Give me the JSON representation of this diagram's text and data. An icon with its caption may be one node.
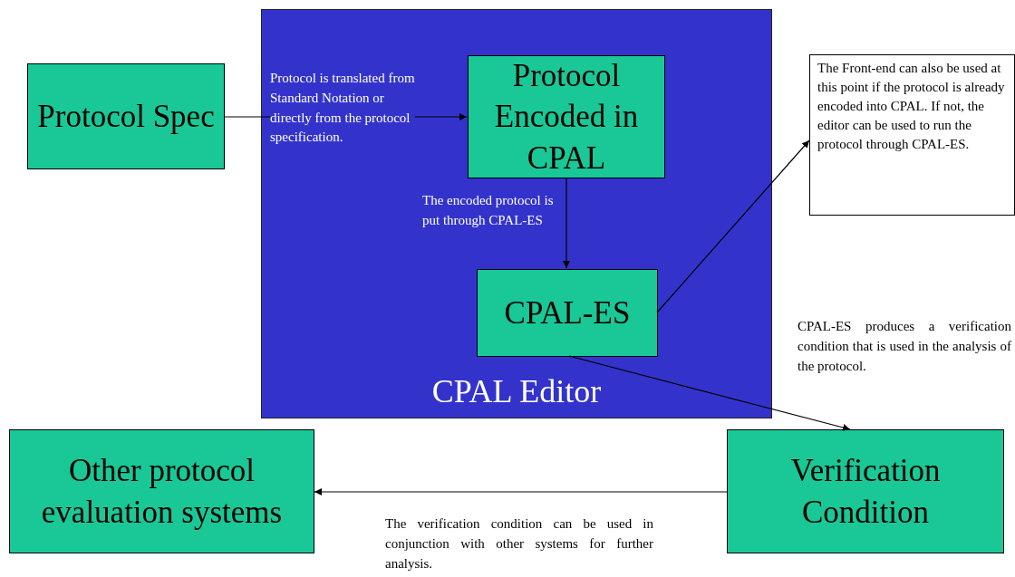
{
  "diagram": {
    "nodes": [
      {
        "text": [
          "Protocol Spec"
        ]
      },
      {
        "text": [
          "CPAL Editor"
        ]
      },
      {
        "text": [
          "Protocol Encoded in CPAL"
        ],
        "in": 1
      },
      {
        "text": [
          "CPAL-ES"
        ],
        "in": 1
      },
      {
        "text": [
          "The Front-end can also be used at this point if the protocol is already encoded into CPAL.  If not, the editor can be used to run the protocol through CPAL-ES."
        ]
      },
      {
        "text": [
          "Other protocol evaluation systems"
        ]
      },
      {
        "text": [
          "Verification Condition"
        ]
      }
    ],
    "edges": [
      {
        "from": 0,
        "to": 2,
        "arrow": "to",
        "label": "Protocol is translated from Standard Notation or directly from the protocol specification."
      },
      {
        "from": 2,
        "to": 3,
        "arrow": "to",
        "label": "The encoded protocol is put through CPAL-ES"
      },
      {
        "from": 3,
        "to": 4,
        "arrow": "to"
      },
      {
        "from": 3,
        "to": 6,
        "arrow": "to",
        "label": "CPAL-ES produces a verification condition that is used in the analysis of the protocol."
      },
      {
        "from": 6,
        "to": 5,
        "arrow": "to",
        "label": "The verification condition can be used in conjunction with other systems for further analysis."
      }
    ]
  }
}
